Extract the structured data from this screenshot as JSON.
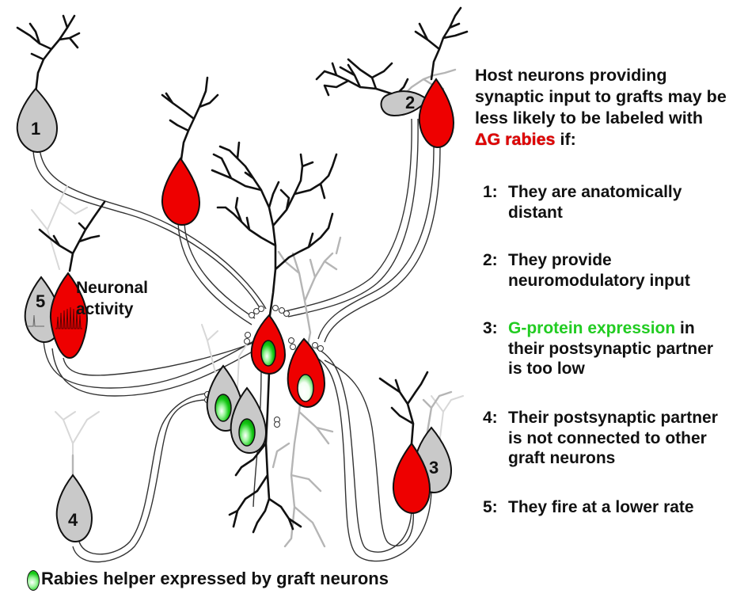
{
  "soma_labels": [
    "1",
    "2",
    "3",
    "4",
    "5"
  ],
  "neuronal_activity_label": "Neuronal activity",
  "title": {
    "line_before": "Host neurons providing synaptic input to grafts may be less likely to be labeled with ",
    "highlight": "ΔG rabies",
    "line_after": " if:"
  },
  "reasons": [
    {
      "num": "1:",
      "text": "They are anatomically distant"
    },
    {
      "num": "2:",
      "text": "They provide neuromodulatory input"
    },
    {
      "num": "3:",
      "highlight": "G-protein expression",
      "text": " in their postsynaptic partner is too low"
    },
    {
      "num": "4:",
      "text": "Their postsynaptic partner is not connected to other graft neurons"
    },
    {
      "num": "5:",
      "text": "They fire at a lower rate"
    }
  ],
  "legend": {
    "label": "Rabies helper expressed by graft neurons"
  },
  "colors": {
    "host_labeled": "#ee0000",
    "host_unlabeled": "#c9c9c9",
    "helper": "#14c814",
    "g_protein_text": "#22cc22",
    "delta_g_text": "#e00000"
  }
}
